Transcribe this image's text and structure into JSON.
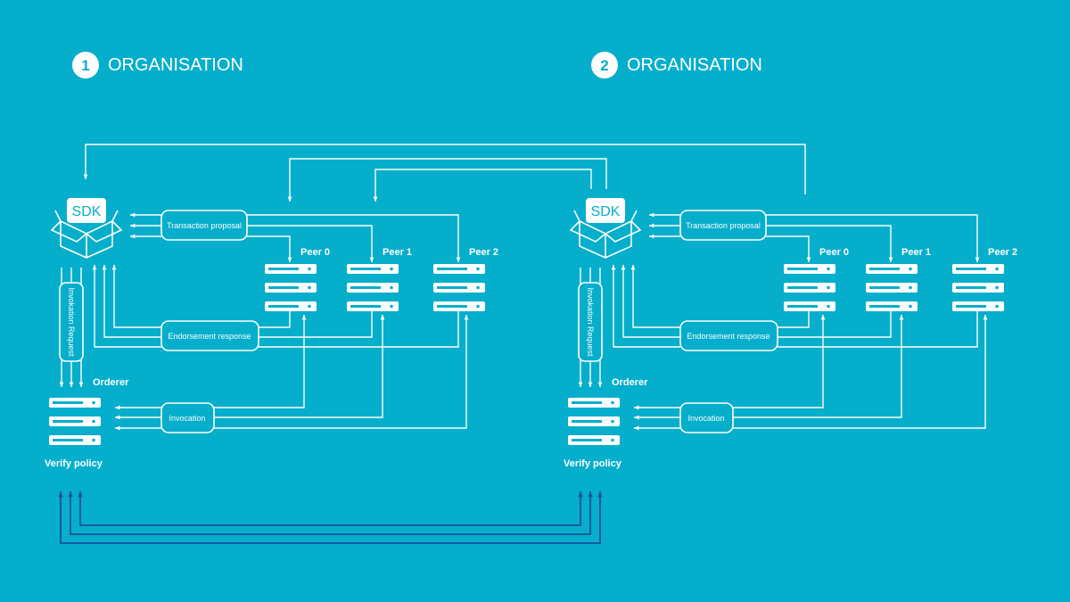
{
  "colors": {
    "background": "#05aecb",
    "foreground": "#ffffff",
    "cross_link": "#1c4fa0"
  },
  "organisations": [
    {
      "number": "1",
      "title": "ORGANISATION",
      "sdk_label": "SDK",
      "transaction_proposal": "Transaction proposal",
      "endorsement_response": "Endorsement response",
      "invocation": "Invocation",
      "invocation_request": "Invokation Request",
      "orderer": "Orderer",
      "verify_policy": "Verify policy",
      "peers": [
        "Peer 0",
        "Peer 1",
        "Peer 2"
      ]
    },
    {
      "number": "2",
      "title": "ORGANISATION",
      "sdk_label": "SDK",
      "transaction_proposal": "Transaction proposal",
      "endorsement_response": "Endorsement response",
      "invocation": "Invocation",
      "invocation_request": "Invokation Request",
      "orderer": "Orderer",
      "verify_policy": "Verify policy",
      "peers": [
        "Peer 0",
        "Peer 1",
        "Peer 2"
      ]
    }
  ],
  "icons": [
    "sdk-box-icon",
    "server-stack-icon",
    "arrow-icon"
  ]
}
